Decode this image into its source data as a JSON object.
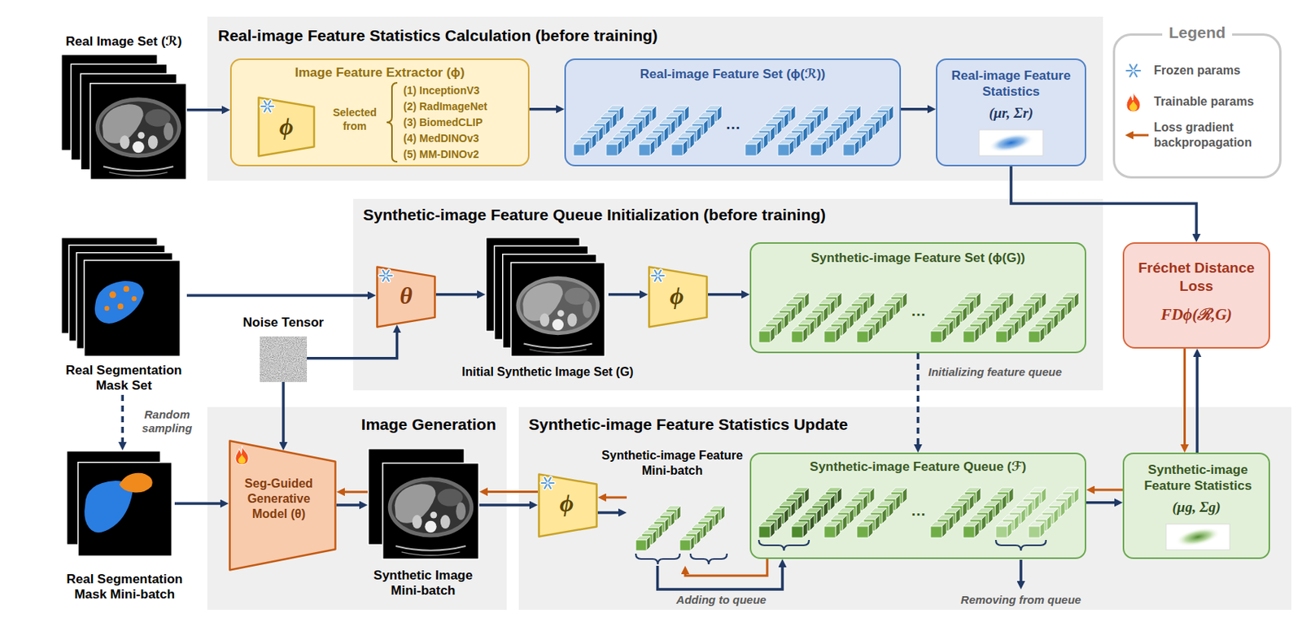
{
  "diagram": {
    "nodes": [
      {
        "text": [
          "Real Image Set (ℛ)"
        ]
      },
      {
        "text": [
          "Real-image Feature Statistics Calculation (before training)"
        ]
      },
      {
        "text": [
          "Image Feature Extractor (ϕ)",
          "Selected from",
          "(1) InceptionV3",
          "(2) RadImageNet",
          "(3) BiomedCLIP",
          "(4) MedDINOv3",
          "(5) MM-DINOv2"
        ],
        "in": 1
      },
      {
        "text": [
          "ϕ"
        ],
        "in": 2
      },
      {
        "text": [
          "Real-image Feature Set (ϕ(ℛ))",
          "…"
        ],
        "in": 1
      },
      {
        "text": [
          "Real-image Feature Statistics",
          "(μr, Σr)"
        ],
        "in": 1
      },
      {
        "text": [
          "Synthetic-image Feature Queue Initialization (before training)"
        ]
      },
      {
        "text": [
          "θ"
        ],
        "in": 6
      },
      {
        "text": [
          "Initial Synthetic Image Set (G)"
        ],
        "in": 6
      },
      {
        "text": [
          "ϕ"
        ],
        "in": 6
      },
      {
        "text": [
          "Synthetic-image Feature Set (ϕ(G))",
          "…"
        ],
        "in": 6
      },
      {
        "text": [
          "Real Segmentation Mask Set"
        ]
      },
      {
        "text": [
          "Noise Tensor"
        ]
      },
      {
        "text": [
          "Fréchet Distance Loss",
          "FDϕ(ℛ,G)"
        ]
      },
      {
        "text": [
          "Real Segmentation Mask Mini-batch"
        ]
      },
      {
        "text": [
          "Image Generation"
        ]
      },
      {
        "text": [
          "Seg-Guided Generative Model (θ)"
        ],
        "in": 15
      },
      {
        "text": [
          "Synthetic Image Mini-batch"
        ],
        "in": 15
      },
      {
        "text": [
          "Synthetic-image Feature Statistics Update"
        ]
      },
      {
        "text": [
          "ϕ"
        ],
        "in": 18
      },
      {
        "text": [
          "Synthetic-image Feature Mini-batch"
        ],
        "in": 18
      },
      {
        "text": [
          "Synthetic-image Feature Queue (ℱ)",
          "…"
        ],
        "in": 18
      },
      {
        "text": [
          "Synthetic-image Feature Statistics",
          "(μg, Σg)"
        ],
        "in": 18
      }
    ],
    "edges": [
      {
        "from": 0,
        "to": 2,
        "arrow": "to"
      },
      {
        "from": 2,
        "to": 4,
        "arrow": "to"
      },
      {
        "from": 4,
        "to": 5,
        "arrow": "to"
      },
      {
        "from": 5,
        "to": 13,
        "arrow": "to"
      },
      {
        "from": 11,
        "to": 7,
        "arrow": "to"
      },
      {
        "from": 12,
        "to": 7,
        "arrow": "to"
      },
      {
        "from": 7,
        "to": 8,
        "arrow": "to"
      },
      {
        "from": 8,
        "to": 9,
        "arrow": "to"
      },
      {
        "from": 9,
        "to": 10,
        "arrow": "to"
      },
      {
        "from": 10,
        "to": 21,
        "label": "Initializing feature queue",
        "arrow": "to"
      },
      {
        "from": 11,
        "to": 14,
        "label": "Random sampling",
        "arrow": "to"
      },
      {
        "from": 12,
        "to": 16,
        "arrow": "to"
      },
      {
        "from": 14,
        "to": 16,
        "arrow": "to"
      },
      {
        "from": 16,
        "to": 17,
        "arrow": "to"
      },
      {
        "from": 17,
        "to": 16,
        "arrow": "to"
      },
      {
        "from": 17,
        "to": 19,
        "arrow": "to"
      },
      {
        "from": 19,
        "to": 17,
        "arrow": "to"
      },
      {
        "from": 19,
        "to": 20,
        "arrow": "to"
      },
      {
        "from": 20,
        "to": 19,
        "arrow": "to"
      },
      {
        "from": 20,
        "to": 21,
        "label": "Adding to queue",
        "arrow": "to"
      },
      {
        "from": 21,
        "to": 20,
        "arrow": "to"
      },
      {
        "from": 21,
        "to": 22,
        "arrow": "to"
      },
      {
        "from": 22,
        "to": 21,
        "arrow": "to"
      },
      {
        "from": 22,
        "to": 13,
        "arrow": "to"
      },
      {
        "from": 13,
        "to": 22,
        "arrow": "to"
      }
    ],
    "labels": [
      "Legend",
      "Removing from queue"
    ],
    "legend": [
      {
        "text": "Frozen params"
      },
      {
        "text": "Trainable params"
      },
      {
        "text": "Loss gradient backpropagation"
      }
    ]
  }
}
